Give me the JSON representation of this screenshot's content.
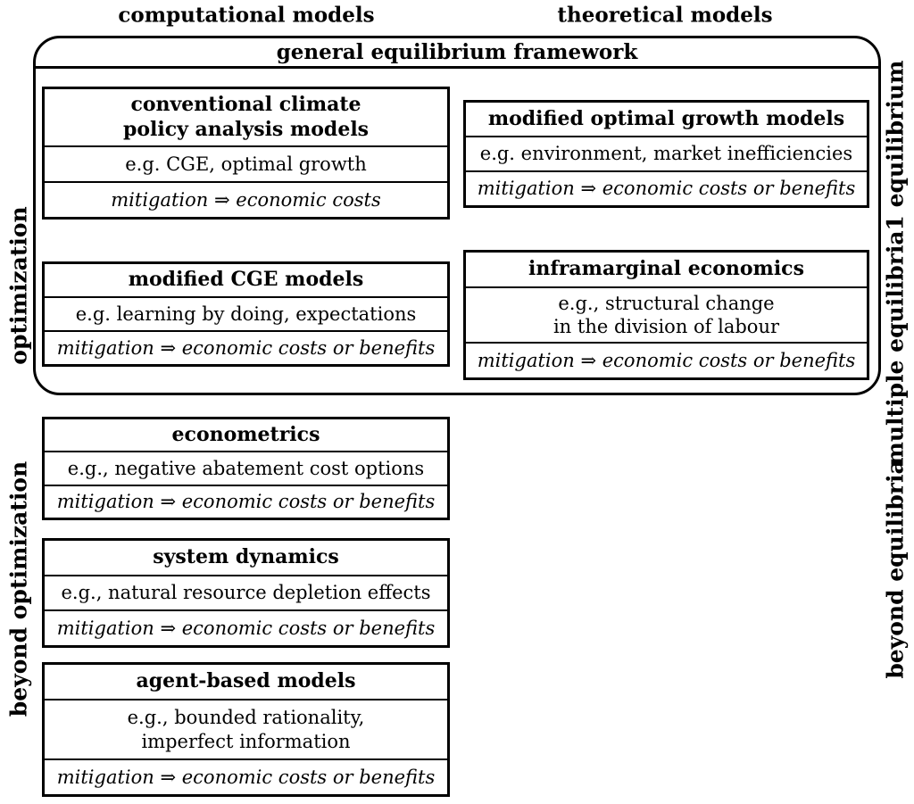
{
  "page": {
    "background": "#ffffff",
    "line_color": "#000000"
  },
  "column_headers": {
    "left": "computational models",
    "right": "theoretical models"
  },
  "framework": {
    "title": "general equilibrium framework"
  },
  "side_labels": {
    "left_top": "optimization",
    "left_bottom": "beyond optimization",
    "right_top": "1 equilibrium",
    "right_middle": "multiple equilibria",
    "right_bottom": "beyond equilibria"
  },
  "boxes": [
    {
      "title": "conventional climate\npolicy analysis models",
      "example": "e.g. CGE, optimal growth",
      "outcome": "mitigation ⇒ economic costs"
    },
    {
      "title": "modified optimal growth models",
      "example": "e.g. environment, market inefficiencies",
      "outcome": "mitigation ⇒ economic costs or benefits"
    },
    {
      "title": "modified CGE models",
      "example": "e.g. learning by doing, expectations",
      "outcome": "mitigation ⇒ economic costs or benefits"
    },
    {
      "title": "inframarginal economics",
      "example": "e.g., structural change\nin the division of labour",
      "outcome": "mitigation ⇒ economic costs or benefits"
    },
    {
      "title": "econometrics",
      "example": "e.g., negative abatement cost options",
      "outcome": "mitigation ⇒ economic costs or benefits"
    },
    {
      "title": "system dynamics",
      "example": "e.g., natural resource depletion effects",
      "outcome": "mitigation ⇒ economic costs or benefits"
    },
    {
      "title": "agent-based models",
      "example": "e.g., bounded rationality,\nimperfect information",
      "outcome": "mitigation ⇒ economic costs or benefits"
    }
  ]
}
